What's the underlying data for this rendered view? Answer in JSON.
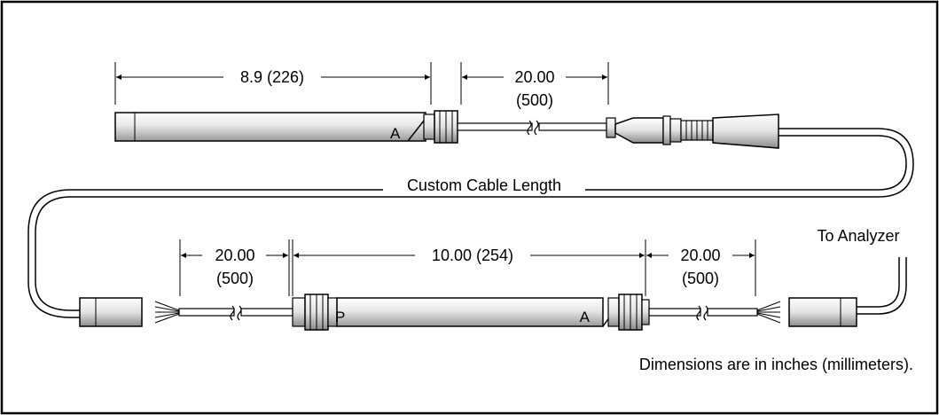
{
  "top": {
    "probe_length": "8.9 (226)",
    "cable_length_value": "20.00",
    "cable_length_mm": "(500)",
    "probe_marker": "A"
  },
  "middle": {
    "custom_cable_label": "Custom Cable Length"
  },
  "bottom": {
    "left_cable_value": "20.00",
    "left_cable_mm": "(500)",
    "housing_length": "10.00 (254)",
    "right_cable_value": "20.00",
    "right_cable_mm": "(500)",
    "marker_p": "P",
    "marker_a": "A",
    "to_analyzer": "To Analyzer"
  },
  "note": "Dimensions are in inches (millimeters)."
}
